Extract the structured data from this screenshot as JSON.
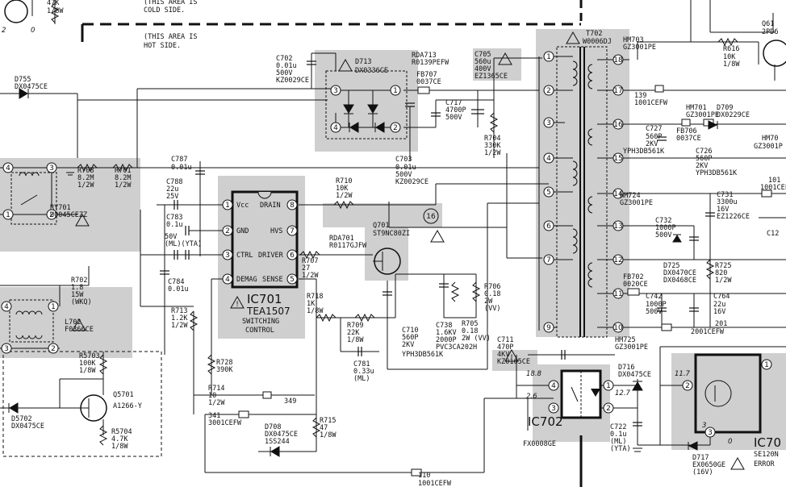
{
  "areas": {
    "cold_side": [
      "(THIS AREA IS",
      "COLD SIDE."
    ],
    "hot_side": [
      "(THIS AREA IS",
      "HOT SIDE."
    ]
  },
  "ic701": {
    "ref": "IC701",
    "part": "TEA1507",
    "desc": [
      "SWITCHING",
      "CONTROL"
    ],
    "pins_left": [
      "Vcc",
      "GND",
      "CTRL",
      "DEMAG"
    ],
    "pins_right": [
      "DRAIN",
      "HVS",
      "DRIVER",
      "SENSE"
    ],
    "pin_numbers_left": [
      "1",
      "2",
      "3",
      "4"
    ],
    "pin_numbers_right": [
      "8",
      "7",
      "6",
      "5"
    ]
  },
  "ic702": {
    "ref": "IC702",
    "part": "FX0008GE",
    "v18": "18.8",
    "v26": "2.6",
    "v127": "12.7",
    "pins": [
      "4",
      "3",
      "1",
      "2"
    ]
  },
  "ic703": {
    "ref": "IC70",
    "lines": [
      "SE120N",
      "ERROR"
    ],
    "v117": "11.7",
    "v3": "3",
    "v0": "0",
    "pins": [
      "2",
      "3",
      "1"
    ]
  },
  "q701": {
    "ref": "Q701",
    "part": "ST9NC80ZI"
  },
  "q5701": {
    "ref": "Q5701",
    "part": "A1266-Y"
  },
  "q61": {
    "ref": "Q61",
    "part": "2PD6"
  },
  "t702": {
    "ref": "T702",
    "part": "W0006DJ",
    "primary_pins": [
      "1",
      "2",
      "3",
      "4",
      "5",
      "6",
      "7",
      "9"
    ],
    "secondary_pins": [
      "18",
      "17",
      "16",
      "15",
      "14",
      "13",
      "12",
      "11",
      "10"
    ]
  },
  "rda701": {
    "ref": "RDA701",
    "part": "R0117GJFW"
  },
  "rda713": {
    "ref": "RDA713",
    "part": "R0139PEFW"
  },
  "d713": {
    "ref": "D713",
    "part": "DX0336CE",
    "pins": [
      "3",
      "1",
      "4",
      "2"
    ]
  },
  "labels": {
    "c702": [
      "C702",
      "0.01u",
      "500V",
      "KZ0029CE"
    ],
    "fb707": [
      "FB707",
      "0037CE"
    ],
    "c705": [
      "C705",
      "560u",
      "400V",
      "EZ1365CE"
    ],
    "c717": [
      "C717",
      "4700P",
      "500V"
    ],
    "r704": [
      "R704",
      "330K",
      "1/2W"
    ],
    "c703": [
      "C703",
      "0.01u",
      "500V",
      "KZ0029CE"
    ],
    "c787": [
      "C787",
      "0.01u"
    ],
    "c788": [
      "C788",
      "22u",
      "25V"
    ],
    "c783": [
      "C783",
      "0.1u"
    ],
    "c50v": [
      "50V",
      "(ML)(YTA)"
    ],
    "c784": [
      "C784",
      "0.01u"
    ],
    "r708": [
      "R708",
      "8.2M",
      "1/2W"
    ],
    "r701": [
      "R701",
      "8.2M",
      "1/2W"
    ],
    "ry701": [
      "RY701",
      "U0045CEZZ"
    ],
    "r702": [
      "R702",
      "1.8",
      "15W",
      "(WKQ)"
    ],
    "l702": [
      "L702",
      "F0366CE"
    ],
    "r713": [
      "R713",
      "1.2K",
      "1/2W"
    ],
    "r710": [
      "R710",
      "10K",
      "1/2W"
    ],
    "r707": [
      "R707",
      "27",
      "1/2W"
    ],
    "r718": [
      "R718",
      "1K",
      "1/8W"
    ],
    "r709": [
      "R709",
      "22K",
      "1/8W"
    ],
    "c781": [
      "C781",
      "0.33u",
      "(ML)"
    ],
    "r706": [
      "R706",
      "0.18",
      "2W",
      "(VV)"
    ],
    "r705": [
      "R705",
      "0.18",
      "2W (VV)"
    ],
    "c738": [
      "C738",
      "1.6KV",
      "2000P",
      "PVC3CA202H"
    ],
    "c710": [
      "C710",
      "560P",
      "2KV",
      "YPH3DB561K"
    ],
    "c711": [
      "C711",
      "470P",
      "4KV",
      "KZ0165CE"
    ],
    "r728": [
      "R728",
      "390K"
    ],
    "r714": [
      "R714",
      "10",
      "1/2W"
    ],
    "n349": [
      "349"
    ],
    "n341": [
      "341",
      "3001CEFW"
    ],
    "d708": [
      "D708",
      "DX0475CE",
      "1SS244"
    ],
    "r715": [
      "R715",
      "47",
      "1/8W"
    ],
    "n110": [
      "110",
      "1001CEFW"
    ],
    "r5703": [
      "R5703",
      "100K",
      "1/8W"
    ],
    "r5704": [
      "R5704",
      "4.7K",
      "1/8W"
    ],
    "d5702": [
      "D5702",
      "DX0475CE"
    ],
    "d755": [
      "D755",
      "DX0475CE"
    ],
    "r47k": [
      "47K",
      "1/8W"
    ],
    "hm703": [
      "HM703",
      "GZ3001PE"
    ],
    "n139": [
      "139",
      "1001CEFW"
    ],
    "hm701": [
      "HM701",
      "GZ3001PE"
    ],
    "d709": [
      "D709",
      "DX0229CE"
    ],
    "c727": [
      "C727",
      "560P",
      "2KV",
      "YPH3DB561K"
    ],
    "fb706": [
      "FB706",
      "0037CE"
    ],
    "c726": [
      "C726",
      "560P",
      "2KV",
      "YPH3DB561K"
    ],
    "hm70x": [
      "HM70",
      "GZ3001P"
    ],
    "hm724": [
      "HM724",
      "GZ3001PE"
    ],
    "c731": [
      "C731",
      "3300u",
      "16V",
      "EZ1226CE"
    ],
    "c732": [
      "C732",
      "1000P",
      "500V"
    ],
    "d725": [
      "D725",
      "DX0470CE",
      "DX0468CE"
    ],
    "r725": [
      "R725",
      "820",
      "1/2W"
    ],
    "fb702": [
      "FB702",
      "0020CE"
    ],
    "c742": [
      "C742",
      "1000P",
      "500V"
    ],
    "c764": [
      "C764",
      "22u",
      "16V"
    ],
    "n201": [
      "201",
      "2001CEFW"
    ],
    "hm725": [
      "HM725",
      "GZ3001PE"
    ],
    "d716": [
      "D716",
      "DX0475CE"
    ],
    "c722": [
      "C722",
      "0.1u",
      "(ML)",
      "(YTA)"
    ],
    "d717": [
      "D717",
      "EX0650GE",
      "(16V)"
    ],
    "r616": [
      "R616",
      "10K",
      "1/8W"
    ],
    "n101": [
      "101",
      "1001CEFW"
    ],
    "c12": [
      "C12"
    ],
    "node16": "16",
    "q_left_nums": [
      "2",
      "0"
    ]
  }
}
